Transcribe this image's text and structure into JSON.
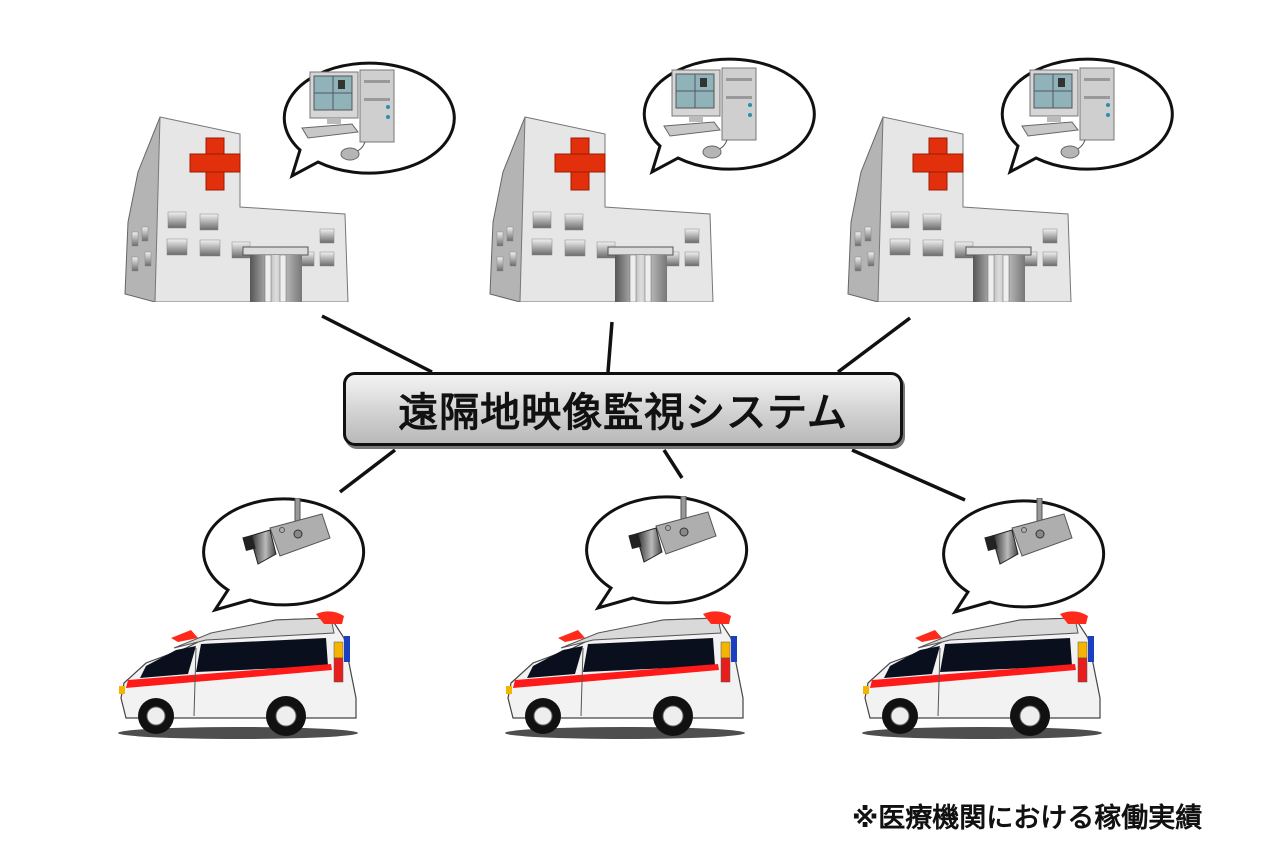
{
  "title": "遠隔地映像監視システム",
  "footnote": "※医療機関における稼働実績",
  "nodes": {
    "hospitals": [
      {
        "name": "hospital",
        "icon": "hospital-icon",
        "bubble": "computer-icon"
      },
      {
        "name": "hospital",
        "icon": "hospital-icon",
        "bubble": "computer-icon"
      },
      {
        "name": "hospital",
        "icon": "hospital-icon",
        "bubble": "computer-icon"
      }
    ],
    "ambulances": [
      {
        "name": "ambulance",
        "icon": "ambulance-icon",
        "bubble": "camera-icon"
      },
      {
        "name": "ambulance",
        "icon": "ambulance-icon",
        "bubble": "camera-icon"
      },
      {
        "name": "ambulance",
        "icon": "ambulance-icon",
        "bubble": "camera-icon"
      }
    ]
  },
  "colors": {
    "cross": "#e2300c",
    "stripe": "#ff1a1a",
    "window": "#0a0f1e",
    "box": "#d0d0d0"
  }
}
